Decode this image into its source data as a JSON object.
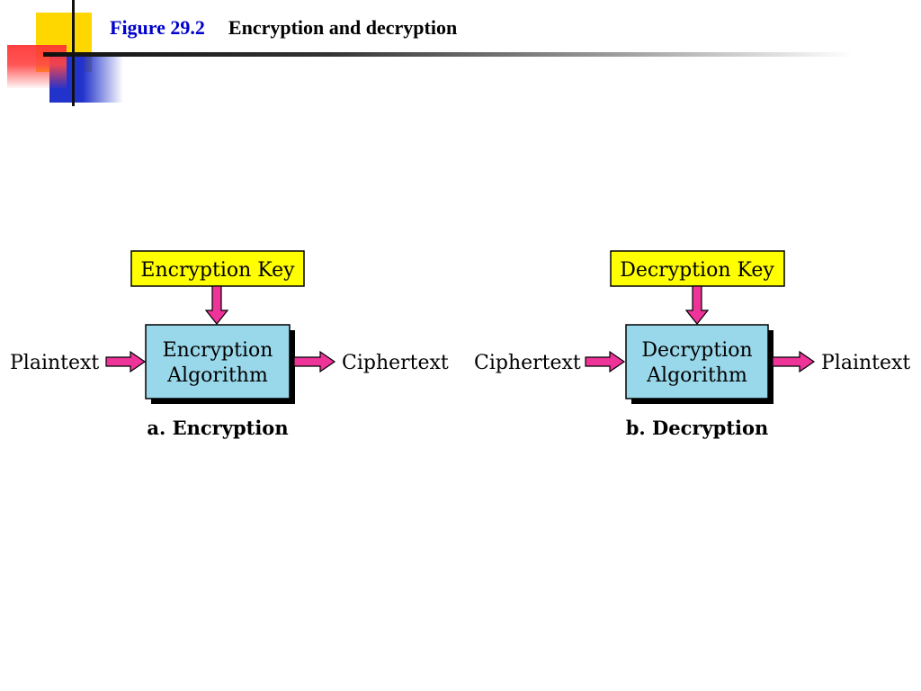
{
  "header": {
    "figure_number": "Figure 29.2",
    "figure_title": "Encryption and decryption"
  },
  "encryption": {
    "key_label": "Encryption Key",
    "algorithm_line1": "Encryption",
    "algorithm_line2": "Algorithm",
    "input_label": "Plaintext",
    "output_label": "Ciphertext",
    "caption": "a. Encryption"
  },
  "decryption": {
    "key_label": "Decryption Key",
    "algorithm_line1": "Decryption",
    "algorithm_line2": "Algorithm",
    "input_label": "Ciphertext",
    "output_label": "Plaintext",
    "caption": "b. Decryption"
  },
  "colors": {
    "key_box": "#ffff00",
    "algorithm_box": "#99d8ea",
    "arrow": "#ee3399",
    "figure_number": "#0000cc"
  }
}
